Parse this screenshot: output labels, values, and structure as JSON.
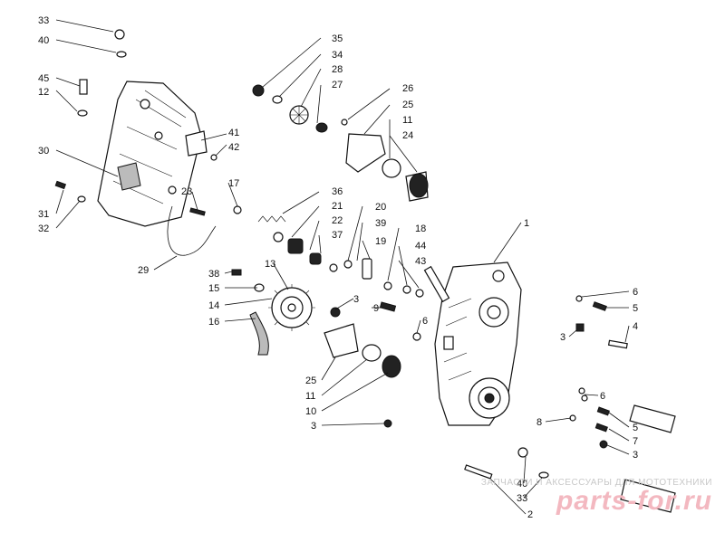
{
  "callouts": [
    {
      "id": "c33a",
      "text": "33"
    },
    {
      "id": "c40a",
      "text": "40"
    },
    {
      "id": "c45",
      "text": "45"
    },
    {
      "id": "c12",
      "text": "12"
    },
    {
      "id": "c30",
      "text": "30"
    },
    {
      "id": "c31",
      "text": "31"
    },
    {
      "id": "c32",
      "text": "32"
    },
    {
      "id": "c29",
      "text": "29"
    },
    {
      "id": "c23",
      "text": "23"
    },
    {
      "id": "c17",
      "text": "17"
    },
    {
      "id": "c41",
      "text": "41"
    },
    {
      "id": "c42",
      "text": "42"
    },
    {
      "id": "c35",
      "text": "35"
    },
    {
      "id": "c34",
      "text": "34"
    },
    {
      "id": "c28",
      "text": "28"
    },
    {
      "id": "c27",
      "text": "27"
    },
    {
      "id": "c26",
      "text": "26"
    },
    {
      "id": "c25a",
      "text": "25"
    },
    {
      "id": "c11a",
      "text": "11"
    },
    {
      "id": "c24",
      "text": "24"
    },
    {
      "id": "c36",
      "text": "36"
    },
    {
      "id": "c21",
      "text": "21"
    },
    {
      "id": "c22",
      "text": "22"
    },
    {
      "id": "c37",
      "text": "37"
    },
    {
      "id": "c20",
      "text": "20"
    },
    {
      "id": "c39",
      "text": "39"
    },
    {
      "id": "c19",
      "text": "19"
    },
    {
      "id": "c18",
      "text": "18"
    },
    {
      "id": "c44",
      "text": "44"
    },
    {
      "id": "c43",
      "text": "43"
    },
    {
      "id": "c1",
      "text": "1"
    },
    {
      "id": "c13",
      "text": "13"
    },
    {
      "id": "c38",
      "text": "38"
    },
    {
      "id": "c15",
      "text": "15"
    },
    {
      "id": "c14",
      "text": "14"
    },
    {
      "id": "c16",
      "text": "16"
    },
    {
      "id": "c3a",
      "text": "3"
    },
    {
      "id": "c9",
      "text": "9"
    },
    {
      "id": "c6a",
      "text": "6"
    },
    {
      "id": "c25b",
      "text": "25"
    },
    {
      "id": "c11b",
      "text": "11"
    },
    {
      "id": "c10",
      "text": "10"
    },
    {
      "id": "c3b",
      "text": "3"
    },
    {
      "id": "c6b",
      "text": "6"
    },
    {
      "id": "c5a",
      "text": "5"
    },
    {
      "id": "c4",
      "text": "4"
    },
    {
      "id": "c3c",
      "text": "3"
    },
    {
      "id": "c6c",
      "text": "6"
    },
    {
      "id": "c8",
      "text": "8"
    },
    {
      "id": "c5b",
      "text": "5"
    },
    {
      "id": "c7",
      "text": "7"
    },
    {
      "id": "c3d",
      "text": "3"
    },
    {
      "id": "c40b",
      "text": "40"
    },
    {
      "id": "c33b",
      "text": "33"
    },
    {
      "id": "c2",
      "text": "2"
    }
  ],
  "watermark": {
    "text": "ЗАПЧАСТИ И АКСЕССУАРЫ ДЛЯ МОТОТЕХНИКИ",
    "logo": "parts-for.ru"
  },
  "colors": {
    "ink": "#111111",
    "watermark_grey": "#c8c8c8",
    "watermark_pink": "#f3b8c0"
  }
}
